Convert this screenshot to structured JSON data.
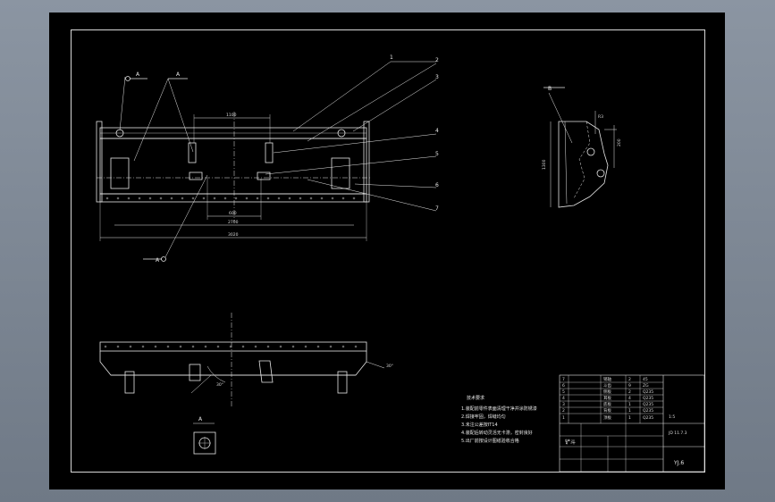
{
  "drawing": {
    "callouts": [
      "1",
      "2",
      "3",
      "4",
      "5",
      "6",
      "7"
    ],
    "section_labels": {
      "top_a": "A",
      "top_b": "A",
      "bottom": "A",
      "right": "B",
      "bottom_view": "A"
    },
    "dims": {
      "top_span": "1100",
      "lower_span": "600",
      "outer_span": "2700",
      "overall": "3020",
      "side_height": "1300",
      "side_dim_a": "200",
      "side_dim_b": "R3"
    },
    "angle_label": "30°",
    "angle_label_2": "30°"
  },
  "notes": {
    "title": "技术要求",
    "lines": [
      "1.装配前零件表面清理干净并涂防锈漆",
      "2.焊接牢固，焊缝均匀",
      "3.未注公差按IT14",
      "4.装配后转动灵活无卡滞，密封良好",
      "5.出厂前按设计图纸验收合格"
    ]
  },
  "title_block": {
    "code": "JD 11.7.3",
    "name": "铲斗",
    "scale": "1:5",
    "sheet_no": "YJ.6",
    "rows": [
      [
        "7",
        "销轴",
        "2",
        "45"
      ],
      [
        "6",
        "斗齿",
        "9",
        "ZG"
      ],
      [
        "5",
        "侧板",
        "2",
        "Q235"
      ],
      [
        "4",
        "耳板",
        "4",
        "Q235"
      ],
      [
        "3",
        "底板",
        "1",
        "Q235"
      ],
      [
        "2",
        "背板",
        "1",
        "Q235"
      ],
      [
        "1",
        "顶板",
        "1",
        "Q235"
      ]
    ]
  },
  "colors": {
    "background": "#000000",
    "lines": "#e6e6e6",
    "frame": "#d8d8d8",
    "surround": "#7d8794"
  }
}
